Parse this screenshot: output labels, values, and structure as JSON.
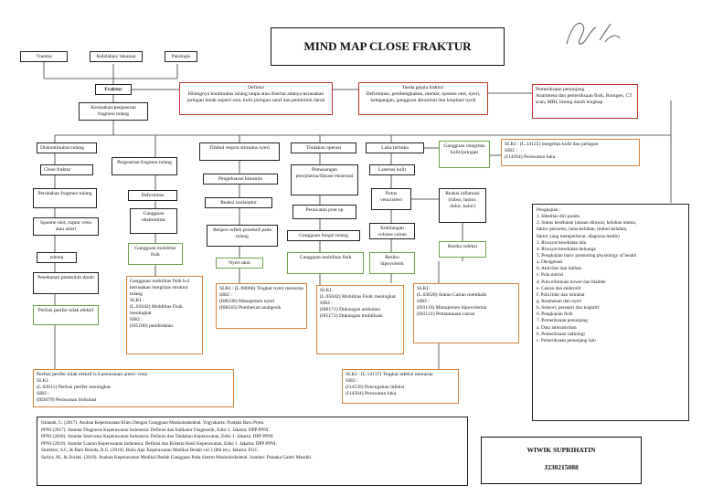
{
  "title": "MIND MAP CLOSE FRAKTUR",
  "causes": [
    "Trauma",
    "Kelelahan/ tekanan",
    "Patologis"
  ],
  "center": "Fraktur",
  "sub_center": "Kerusakan/pergeseran fragmen tulang",
  "definition": {
    "heading": "Definisi",
    "text": "Hilangnya kontinuitas tulang tanpa atau disertai adanya kerusakan jaringan lunak seperti otot, kulit jaringan saraf dan pembuluh darah"
  },
  "signs": {
    "heading": "Tanda gejala fraktur:",
    "text": "Deformitas, pembengkakan, memar, spasme otot, nyeri, ketegangan, gangguan abnormal dan krepitasi nyeli"
  },
  "exam": {
    "heading": "Pemeriksaan penunjang",
    "text": "Anamnesa dan pemeriksaan fisik, Rontgen, CT scan, MRI, hitung darah lengkap"
  },
  "left_col": {
    "discontinuity": "Diskontinuitas tulang",
    "close_fracture": "Close fraktur",
    "changes": "Perubahan fragmen tulang",
    "spasm": "Spasme otot, ruptur vena atau arteri",
    "edema": "edema",
    "compression": "Penekanan pembuluh darah",
    "perfusion": "Perfusi perifer tidak efektif"
  },
  "shift_col": {
    "shift": "Pergeseran fragmen tulang",
    "deformity": "Deformitas",
    "function": "Gangguan ekstremitas",
    "mobility": "Gangguan mobilitas fisik",
    "diag": [
      "Gangguan mobilitas fisik b.d kerusakan integritas struktur tulang",
      "SLKI :",
      "(L.05042) Mobilitas Fisik meningkat",
      "SIKI :",
      "(I05180) pembidaian"
    ]
  },
  "pain_col": {
    "stimulus": "Timbul respon stimulus nyeri",
    "histamine": "Pengeluaran histamin",
    "receptor": "Reaksi nosiseptor",
    "perception": "Respon reflek protektif pada tulang",
    "pain": "Nyeri akut",
    "diag": [
      "SLKI : (L.08066) Tingkat nyeri menurun",
      "SIKI :",
      "(I08238) Manajemen nyeri",
      "(I08243) Pemberian analgesik"
    ]
  },
  "surgery_col": {
    "action": "Tindakan operasi",
    "install": "Pemasangan pen/platina/fiksasi eksternal",
    "postop": "Perawatan post op",
    "function": "Gangguan fungsi tulang",
    "mobility": "Gangguan mobilitas fisik",
    "diag": [
      "SLKI :",
      "(L.05042) Mobilitas Fisik meningkat",
      "SIKI :",
      "(I06171) Dukungan ambulasi",
      "(I05173) Dukungan mobilisasi"
    ]
  },
  "wound_col": {
    "wound": "Luka terbuka",
    "skin": "Gangguan integritas kulit/jaringan",
    "skin_diag": [
      "SLKI : (L.14125) integritas kulit dan jaringan",
      "SIKI :",
      "(I14564) Perawatan luka"
    ],
    "lacer": "Laserasi kulit",
    "vein": "Putus vena/arteri",
    "inflam": "Reaksi inflamasi (rubor, tumor, dolor, kalor)",
    "bleeding": "Kehilangan volume cairan",
    "infection": "Resiko infeksi",
    "hypo": "Resiko hipovolemi",
    "hypo_diag": [
      "SLKI :",
      "(L.03028) Status Cairan membaik",
      "SIKI :",
      "(I03116) Manajemen hipovolemia",
      "(I03121) Pemantauan cairan"
    ],
    "infect_diag": [
      "SLKI : (L.14137) Tingkat infeksi menurun",
      "SIKI :",
      "(I14539) Pencegahan infeksi",
      "(I14564) Perawatan luka"
    ]
  },
  "perf_diag": [
    "Perfusi perifer tidak efektif b.d penurunan arteri/ vena",
    "SLKI :",
    "(L.02011) Perfusi perifer meningkat",
    "SIKI :",
    "(I02079) Perawatan Sirkulasi"
  ],
  "side": [
    "Pengkajian :",
    "1. Identitas diri pasien",
    "2. Status kesehatan (alasan dirawat, keluhan utama,",
    "   faktor pencetus, lama keluhan, timbul keluhan,",
    "   faktor yang memperberat, diagnosa medis)",
    "3. Riwayat kesehatan lalu",
    "4. Riwayat kesehatan keluarga",
    "5. Pengkajian basic promoting physiology of health",
    "   a. Oksigenasi",
    "   b. Aktivitas dan latihan",
    "   c. Pola nutrisi",
    "   d. Pola eliminasi bowel dan bladder",
    "   e. Cairan dan elektrolit",
    "   f. Pola tidur dan istirahat",
    "   g. Keamanan dan nyeri",
    "   h. Sensori, persepsi dan kognitif",
    "6. Pengkajian fisik",
    "7. Pemeriksaan penunjang",
    "   a. Data laboratorium",
    "   b. Pemeriksaan radiologi",
    "   c. Pemeriksaan penunjang lain"
  ],
  "refs": [
    "Istianah, U. (2017). Asuhan Keperawatan Klien Dengan Gangguan Muskuloskeletal. Yogyakarta: Pustaka Baru Press.",
    "PPNI (2017). Standar Diagnosis Keperawatan Indonesia: Definisi dan Indikator Diagnostik, Edisi 1. Jakarta: DPP PPNI.",
    "PPNI (2018). Standar Intervensi Keperawatan Indonesia: Definisi dan Tindakan Keperawatan, Edisi 1. Jakarta: DPP PPNI.",
    "PPNI (2019). Standar Luaran Keperawatan Indonesia: Definisi dan Kriteria Hasil Keperawatan, Edisi 1. Jakarta: DPP PPNI.",
    "Smeltzer, S.C, & Bare Brenda, B.G. (2016). Buku Ajar Keperawatan Medikal Bedah vol 3 (8th ed.). Jakarta: EGC.",
    "Suriya, M., & Zuriati. (2019). Asuhan Keperawatan Medikal Bedah Gangguan Pada Sistem Muskuloskeletal. Sumbar: Pustaka Galeri Mandiri."
  ],
  "author": {
    "name": "WIWIK SUPRIHATIN",
    "id": "J230215088"
  }
}
